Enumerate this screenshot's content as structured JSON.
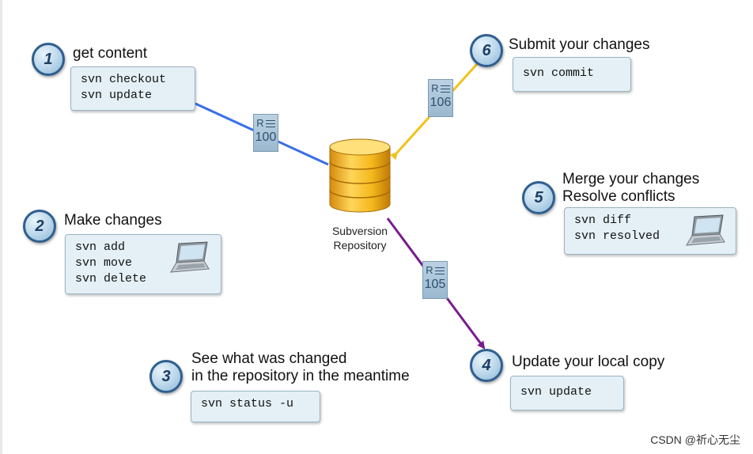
{
  "steps": [
    {
      "number": "1",
      "title_lines": [
        "get content"
      ],
      "commands": [
        "svn checkout",
        "svn update"
      ]
    },
    {
      "number": "2",
      "title_lines": [
        "Make changes"
      ],
      "commands": [
        "svn add",
        "svn move",
        "svn delete"
      ]
    },
    {
      "number": "3",
      "title_lines": [
        "See what was changed",
        "in the repository in the meantime"
      ],
      "commands": [
        "svn status -u"
      ]
    },
    {
      "number": "4",
      "title_lines": [
        "Update your local copy"
      ],
      "commands": [
        "svn update"
      ]
    },
    {
      "number": "5",
      "title_lines": [
        "Merge your changes",
        "Resolve conflicts"
      ],
      "commands": [
        "svn diff",
        "svn resolved"
      ]
    },
    {
      "number": "6",
      "title_lines": [
        "Submit your changes"
      ],
      "commands": [
        "svn commit"
      ]
    }
  ],
  "repository": {
    "label_lines": [
      "Subversion",
      "Repository"
    ]
  },
  "revisions": [
    {
      "letter": "R",
      "number": "100"
    },
    {
      "letter": "R",
      "number": "106"
    },
    {
      "letter": "R",
      "number": "105"
    }
  ],
  "colors": {
    "arrow_step1": "#3a6fe6",
    "arrow_step6": "#f2c21b",
    "arrow_step4": "#7a1b8f",
    "cylinder": "#f4b81c",
    "box_fill": "#e4f0f6"
  },
  "icons": [
    "database-cylinder-icon",
    "laptop-icon",
    "revision-list-icon"
  ],
  "watermark": "CSDN @祈心无尘"
}
